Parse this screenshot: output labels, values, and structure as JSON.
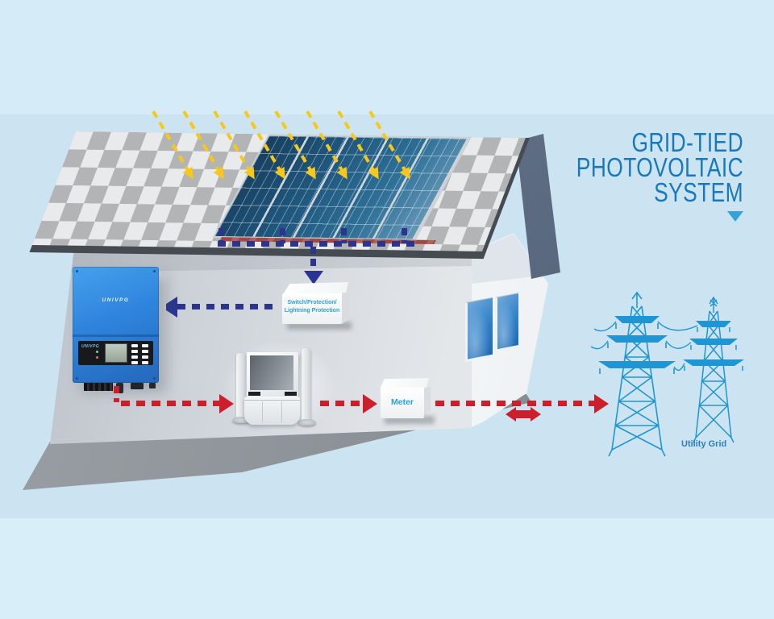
{
  "title": {
    "lines": [
      "GRID-TIED",
      "PHOTOVOLTAIC",
      "SYSTEM"
    ]
  },
  "components": {
    "switch_protection": {
      "label_line1": "Switch/Protection/",
      "label_line2": "Lightning Protection"
    },
    "meter": {
      "label": "Meter"
    },
    "utility_grid": {
      "label": "Utility Grid"
    },
    "inverter": {
      "brand": "UNIVPG",
      "panel_brand": "UNIVPG"
    }
  },
  "icons": {
    "sun_rays": "yellow-dashed-arrows-onto-panels",
    "dc_flow": "navy-dashed-arrows",
    "ac_flow": "red-dashed-arrows",
    "grid_exchange": "red-double-headed-arrow",
    "title_pointer": "blue-down-triangle"
  },
  "colors": {
    "background": "#cce4f2",
    "title_blue": "#1878be",
    "label_blue": "#2aa0dc",
    "dc_navy": "#2b3590",
    "ac_red": "#cd1f2b",
    "sun_yellow": "#f8c71b",
    "tower_blue": "#1f96d3",
    "inverter_blue": "#2e84dc",
    "panel_blue": "#1f567c"
  }
}
